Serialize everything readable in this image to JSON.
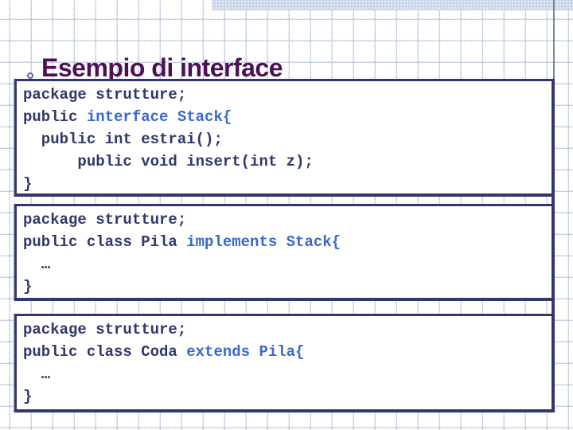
{
  "title": "Esempio di interface",
  "colors": {
    "title_text": "#4c1054",
    "code_text": "#30376b",
    "keyword_text": "#3968cc",
    "box_border": "#30376b",
    "top_band": "#c9d6e9",
    "grid_dots": "#b7c5db",
    "right_rule_top": "#7589a6",
    "right_rule_main": "#333a6e"
  },
  "boxes": [
    {
      "name": "interface Stack",
      "lines": [
        {
          "segs": [
            {
              "text": "package strutture;",
              "kw": false
            }
          ]
        },
        {
          "segs": [
            {
              "text": "public ",
              "kw": false
            },
            {
              "text": "interface Stack{",
              "kw": true
            }
          ]
        },
        {
          "segs": [
            {
              "text": "  public int estrai();",
              "kw": false
            }
          ]
        },
        {
          "segs": [
            {
              "text": "      public void insert(int z);",
              "kw": false
            }
          ]
        },
        {
          "segs": [
            {
              "text": "}",
              "kw": false
            }
          ]
        }
      ]
    },
    {
      "name": "class Pila",
      "lines": [
        {
          "segs": [
            {
              "text": "package strutture;",
              "kw": false
            }
          ]
        },
        {
          "segs": [
            {
              "text": "public class Pila ",
              "kw": false
            },
            {
              "text": "implements Stack{",
              "kw": true
            }
          ]
        },
        {
          "segs": [
            {
              "text": "  …",
              "kw": false
            }
          ]
        },
        {
          "segs": [
            {
              "text": "}",
              "kw": false
            }
          ]
        }
      ]
    },
    {
      "name": "class Coda",
      "lines": [
        {
          "segs": [
            {
              "text": "package strutture;",
              "kw": false
            }
          ]
        },
        {
          "segs": [
            {
              "text": "public class Coda ",
              "kw": false
            },
            {
              "text": "extends Pila{",
              "kw": true
            }
          ]
        },
        {
          "segs": [
            {
              "text": "  …",
              "kw": false
            }
          ]
        },
        {
          "segs": [
            {
              "text": "}",
              "kw": false
            }
          ]
        }
      ]
    }
  ]
}
